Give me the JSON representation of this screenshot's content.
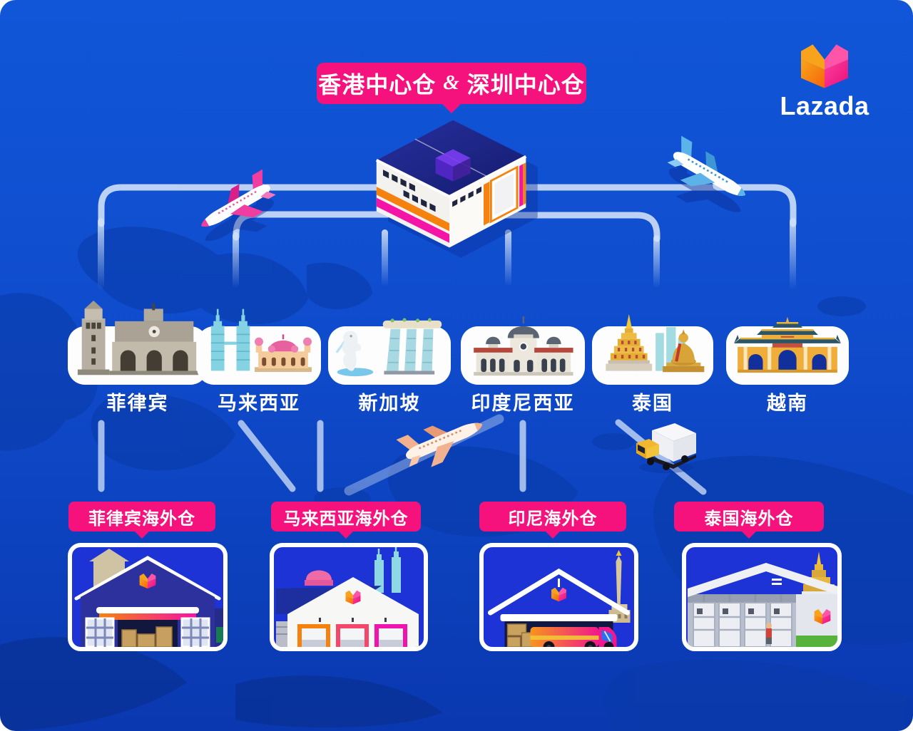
{
  "title": {
    "left": "香港中心仓",
    "separator": "&",
    "right": "深圳中心仓"
  },
  "brand": {
    "wordmark": "Lazada",
    "logo_icon": "lazada-heart-icon"
  },
  "hub": {
    "illustration": "central-warehouse-isometric"
  },
  "countries": [
    {
      "name": "菲律宾",
      "landmark_icon": "church-and-bell-tower-icon"
    },
    {
      "name": "马来西亚",
      "landmark_icon": "petronas-towers-and-mosque-icon"
    },
    {
      "name": "新加坡",
      "landmark_icon": "merlion-and-marina-bay-sands-icon"
    },
    {
      "name": "印度尼西亚",
      "landmark_icon": "grand-mosque-icon"
    },
    {
      "name": "泰国",
      "landmark_icon": "pagoda-and-buddha-icon"
    },
    {
      "name": "越南",
      "landmark_icon": "temple-gate-icon"
    }
  ],
  "overseas_warehouses": [
    {
      "label": "菲律宾海外仓",
      "illustration": "philippines-warehouse"
    },
    {
      "label": "马来西亚海外仓",
      "illustration": "malaysia-warehouse"
    },
    {
      "label": "印尼海外仓",
      "illustration": "indonesia-warehouse"
    },
    {
      "label": "泰国海外仓",
      "illustration": "thailand-warehouse"
    }
  ],
  "vehicles": [
    "pink-airplane",
    "blue-airplane",
    "white-airplane",
    "delivery-truck"
  ],
  "colors": {
    "accent_pink": "#F5127D",
    "background_top": "#1156D8",
    "background_bottom": "#0A38B0",
    "connector_line": "#CFE0F8",
    "warehouse_card_blue": "#1D33D6",
    "lazada_orange": "#F57C1F",
    "lazada_magenta": "#ED0F7E"
  }
}
